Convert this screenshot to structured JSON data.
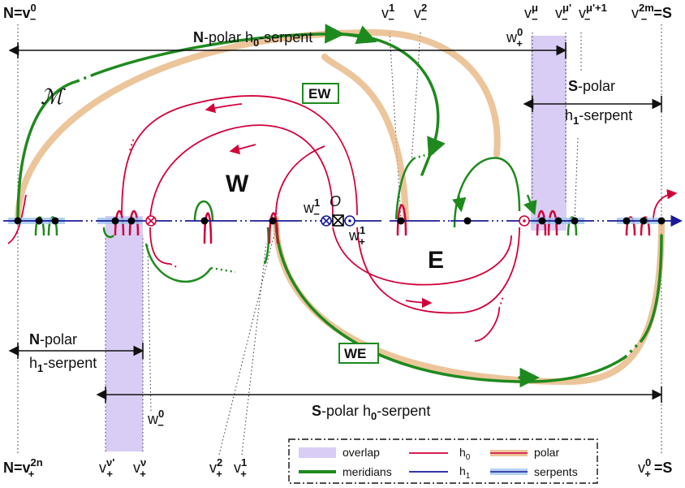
{
  "top_labels": {
    "n_v0": {
      "base": "N=v",
      "sup": "0",
      "sub": "−"
    },
    "v1": {
      "base": "v",
      "sup": "1",
      "sub": "−"
    },
    "v2": {
      "base": "v",
      "sup": "2",
      "sub": "−"
    },
    "w0p": {
      "base": "w",
      "sup": "0",
      "sub": "+"
    },
    "vmu": {
      "base": "v",
      "sup": "μ",
      "sub": "−"
    },
    "vmup": {
      "base": "v",
      "sup": "μ'",
      "sub": "−"
    },
    "vmup1": {
      "base": "v",
      "sup": "μ'+1",
      "sub": "−"
    },
    "v2m_s": {
      "base": "v",
      "sup": "2m",
      "sub": "−",
      "tail": "=S"
    }
  },
  "bottom_labels": {
    "n_v2n": {
      "pre": "N=v",
      "sup": "2n",
      "sub": "+"
    },
    "vnup": {
      "base": "v",
      "sup": "ν'",
      "sub": "+"
    },
    "vnu": {
      "base": "v",
      "sup": "ν",
      "sub": "+"
    },
    "v2p": {
      "base": "v",
      "sup": "2",
      "sub": "+"
    },
    "v1p": {
      "base": "v",
      "sup": "1",
      "sub": "+"
    },
    "v0p_s": {
      "base": "v",
      "sup": "0",
      "sub": "+",
      "tail": "=S"
    }
  },
  "region_labels": {
    "W": "W",
    "E": "E",
    "M": "ℳ",
    "EW": "EW",
    "WE": "WE",
    "O": "O"
  },
  "point_labels": {
    "w1m": {
      "base": "w",
      "sup": "1",
      "sub": "−"
    },
    "w1p": {
      "base": "w",
      "sup": "1",
      "sub": "+"
    },
    "w0m": {
      "base": "w",
      "sup": "0",
      "sub": "−"
    }
  },
  "serpents": {
    "n_h0": {
      "bold": "N",
      "rest": "-polar h",
      "sub": "0",
      "tail": "-serpent"
    },
    "s_h1_line1": {
      "bold": "S",
      "rest": "-polar"
    },
    "s_h1_line2": {
      "rest": "h",
      "sub": "1",
      "tail": "-serpent"
    },
    "n_h1_line1": {
      "bold": "N",
      "rest": "-polar"
    },
    "n_h1_line2": {
      "rest": "h",
      "sub": "1",
      "tail": "-serpent"
    },
    "s_h0": {
      "bold": "S",
      "rest": "-polar h",
      "sub": "0",
      "tail": "-serpent"
    }
  },
  "legend": {
    "overlap": "overlap",
    "meridians": "meridians",
    "h0": "h",
    "h0_sub": "0",
    "h1": "h",
    "h1_sub": "1",
    "polar": "polar",
    "serpents": "serpents"
  },
  "colors": {
    "h0": "#d1003a",
    "h1": "#1a1a9a",
    "meridian": "#1e8a1e",
    "polar": "#e6b27a",
    "serpent": "#9fc8ee",
    "overlap": "#d9cdf5"
  }
}
